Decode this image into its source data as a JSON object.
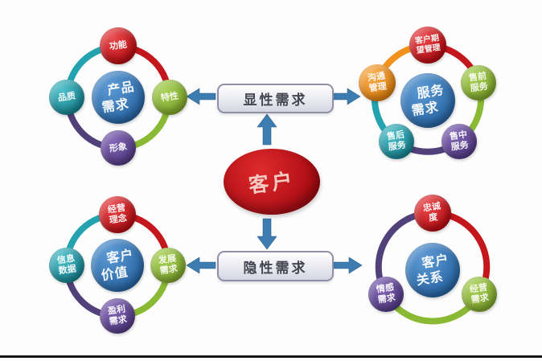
{
  "diagram": {
    "center": {
      "label": "客户"
    },
    "explicit_box": {
      "label": "显性需求"
    },
    "implicit_box": {
      "label": "隐性需求"
    },
    "clusters": {
      "product": {
        "center": {
          "line1": "产品",
          "line2": "需求"
        },
        "satellites": {
          "top": {
            "label": "功能",
            "color": "#c3171d"
          },
          "right": {
            "label": "特性",
            "color": "#8ab933"
          },
          "bottom": {
            "label": "形象",
            "color": "#6a4b9e"
          },
          "left": {
            "label": "品质",
            "color": "#23a3af"
          }
        }
      },
      "service": {
        "center": {
          "line1": "服务",
          "line2": "需求"
        },
        "satellites": {
          "top": {
            "label": "客户期望管理",
            "color": "#c3171d"
          },
          "upper_right": {
            "label": "售前服务",
            "color": "#8ab933"
          },
          "lower_right": {
            "label": "售中服务",
            "color": "#6a4b9e"
          },
          "lower_left": {
            "label": "售后服务",
            "color": "#23a3af"
          },
          "upper_left": {
            "label": "沟通管理",
            "color": "#f2921d"
          }
        }
      },
      "value": {
        "center": {
          "line1": "客户",
          "line2": "价值"
        },
        "satellites": {
          "top": {
            "label": "经营理念",
            "color": "#c3171d"
          },
          "right": {
            "label": "发展需求",
            "color": "#8ab933"
          },
          "bottom": {
            "label": "盈利需求",
            "color": "#6a4b9e"
          },
          "left": {
            "label": "信息数据",
            "color": "#23a3af"
          }
        }
      },
      "relation": {
        "center": {
          "line1": "客户",
          "line2": "关系"
        },
        "satellites": {
          "top": {
            "label": "忠诚度",
            "color": "#c3171d"
          },
          "lower_right": {
            "label": "经营需求",
            "color": "#8ab933"
          },
          "lower_left": {
            "label": "情感需求",
            "color": "#6a4b9e"
          }
        }
      }
    },
    "colors": {
      "hub_blue": "#2f74b5",
      "red": "#c3171d",
      "green": "#8ab933",
      "teal": "#23a3af",
      "purple": "#6a4b9e",
      "orange": "#f2921d",
      "arrow_blue": "#3c7cb0",
      "customer_red": "#c8121c",
      "box_border": "#8f8fa9",
      "box_text": "#45454f",
      "bottom_rule": "#151515"
    }
  }
}
